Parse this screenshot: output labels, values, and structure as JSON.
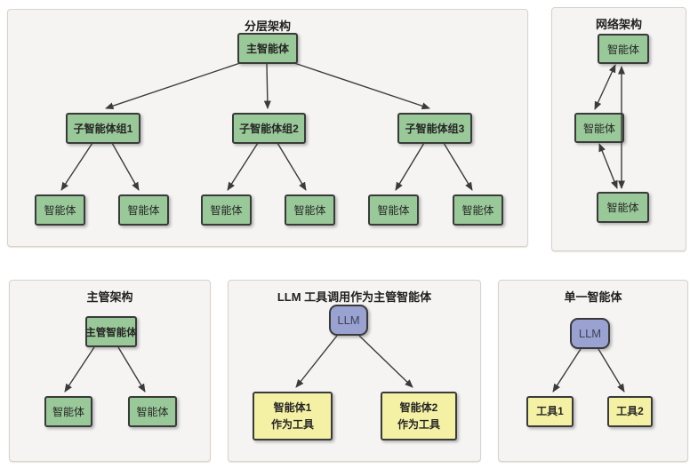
{
  "colors": {
    "node_green": "#99c899",
    "node_blue": "#9aa2d2",
    "node_yellow": "#f5f1a4",
    "node_border": "#3a3a3a",
    "panel_background": "#f5f4f3",
    "panel_border": "#d8d2cb",
    "arrow": "#3b3b3b"
  },
  "panels": {
    "hierarchical": {
      "title": "分层架构",
      "main_agent": "主智能体",
      "subgroup1": "子智能体组1",
      "subgroup2": "子智能体组2",
      "subgroup3": "子智能体组3",
      "agent": "智能体"
    },
    "network": {
      "title": "网络架构",
      "agent": "智能体"
    },
    "supervisor": {
      "title": "主管架构",
      "supervisor_agent": "主管智能体",
      "agent": "智能体"
    },
    "llm_tools": {
      "title": "LLM 工具调用作为主管智能体",
      "llm": "LLM",
      "tool1_line1": "智能体1",
      "tool1_line2": "作为工具",
      "tool2_line1": "智能体2",
      "tool2_line2": "作为工具"
    },
    "single_agent": {
      "title": "单一智能体",
      "llm": "LLM",
      "tool1": "工具1",
      "tool2": "工具2"
    }
  }
}
